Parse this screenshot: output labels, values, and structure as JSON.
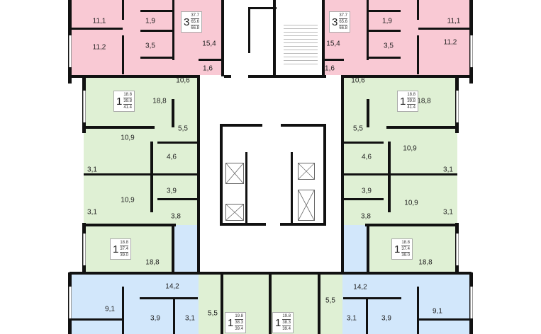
{
  "colors": {
    "three_room": "#f9c9d4",
    "one_room": "#dff0d4",
    "two_room": "#d2e7fb",
    "walls": "#111111"
  },
  "rooms_left": [
    "11,1",
    "11,2",
    "1,9",
    "3,5",
    "15,4",
    "1,6",
    "10,6",
    "18,8",
    "5,5",
    "10,9",
    "4,6",
    "3,1",
    "3,9",
    "10,9",
    "3,1",
    "3,8",
    "18,8",
    "14,2",
    "9,1",
    "3,9",
    "3,1",
    "5,5"
  ],
  "rooms_right": [
    "11,1",
    "11,2",
    "1,9",
    "3,5",
    "15,4",
    "1,6",
    "10,6",
    "18,8",
    "5,5",
    "10,9",
    "4,6",
    "3,1",
    "3,9",
    "10,9",
    "3,1",
    "3,8",
    "18,8",
    "14,2",
    "9,1",
    "3,9",
    "3,1",
    "5,5"
  ],
  "badges": [
    {
      "rooms": "3",
      "living": "37.7",
      "total": "65.6",
      "with_balcony": "66.8"
    },
    {
      "rooms": "1",
      "living": "18.8",
      "total": "39.8",
      "with_balcony": "41.4"
    },
    {
      "rooms": "1",
      "living": "18.8",
      "total": "37.4",
      "with_balcony": "39.0"
    },
    {
      "rooms": "3",
      "living": "37.7",
      "total": "65.6",
      "with_balcony": "66.8"
    },
    {
      "rooms": "1",
      "living": "18.8",
      "total": "39.8",
      "with_balcony": "41.4"
    },
    {
      "rooms": "1",
      "living": "18.8",
      "total": "37.4",
      "with_balcony": "39.0"
    },
    {
      "rooms": "1",
      "living": "19.8",
      "total": "38.3",
      "with_balcony": "39.4"
    },
    {
      "rooms": "1",
      "living": "19.8",
      "total": "38.3",
      "with_balcony": "39.4"
    }
  ]
}
